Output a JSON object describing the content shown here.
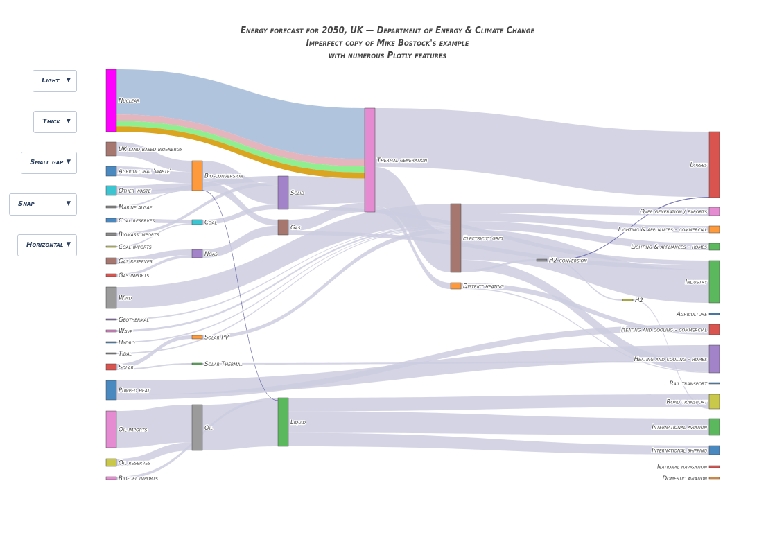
{
  "titles": {
    "line1": "Energy forecast for 2050, UK — Department of Energy & Climate Change",
    "line2": "Imperfect copy of Mike Bostock's example",
    "line3": "with numerous Plotly features"
  },
  "controls": [
    {
      "id": "theme",
      "label": "Light"
    },
    {
      "id": "thickness",
      "label": "Thick"
    },
    {
      "id": "gap",
      "label": "Small gap"
    },
    {
      "id": "arrangement",
      "label": "Snap"
    },
    {
      "id": "orientation",
      "label": "Horizontal"
    }
  ],
  "colors": {
    "link": "#cccce0",
    "highlight": "#6b6bab",
    "accent_nuclear": "#ff00ff"
  },
  "chart_data": {
    "type": "sankey",
    "title": "Energy forecast for 2050, UK — Department of Energy & Climate Change",
    "nodes": [
      {
        "name": "Nuclear",
        "color": "#ff00ff"
      },
      {
        "name": "UK land based bioenergy",
        "color": "#a6776f"
      },
      {
        "name": "Agricultural 'waste'",
        "color": "#4a88c0"
      },
      {
        "name": "Other waste",
        "color": "#3cc5d0"
      },
      {
        "name": "Marine algae",
        "color": "#8c8c8c"
      },
      {
        "name": "Coal reserves",
        "color": "#4a88c0"
      },
      {
        "name": "Biomass imports",
        "color": "#8c8c8c"
      },
      {
        "name": "Coal imports",
        "color": "#c9c84a"
      },
      {
        "name": "Gas reserves",
        "color": "#a6776f"
      },
      {
        "name": "Gas imports",
        "color": "#d9534f"
      },
      {
        "name": "Wind",
        "color": "#9b9b9b"
      },
      {
        "name": "Geothermal",
        "color": "#8c6bb1"
      },
      {
        "name": "Wave",
        "color": "#e58bd1"
      },
      {
        "name": "Hydro",
        "color": "#4a88c0"
      },
      {
        "name": "Tidal",
        "color": "#7f7f7f"
      },
      {
        "name": "Solar",
        "color": "#d9534f"
      },
      {
        "name": "Pumped heat",
        "color": "#4a88c0"
      },
      {
        "name": "Oil imports",
        "color": "#e58bd1"
      },
      {
        "name": "Oil reserves",
        "color": "#c9c84a"
      },
      {
        "name": "Biofuel imports",
        "color": "#e58bd1"
      },
      {
        "name": "Bio-conversion",
        "color": "#ff9a3c"
      },
      {
        "name": "Coal",
        "color": "#3cc5d0"
      },
      {
        "name": "Ngas",
        "color": "#a283c9"
      },
      {
        "name": "Solar PV",
        "color": "#ff9a3c"
      },
      {
        "name": "Solar Thermal",
        "color": "#5cb85c"
      },
      {
        "name": "Oil",
        "color": "#9b9b9b"
      },
      {
        "name": "Solid",
        "color": "#a283c9"
      },
      {
        "name": "Gas",
        "color": "#a6776f"
      },
      {
        "name": "Liquid",
        "color": "#5cb85c"
      },
      {
        "name": "Thermal generation",
        "color": "#e58bd1"
      },
      {
        "name": "Electricity grid",
        "color": "#a6776f"
      },
      {
        "name": "District heating",
        "color": "#ff9a3c"
      },
      {
        "name": "H2 conversion",
        "color": "#8c8c8c"
      },
      {
        "name": "H2",
        "color": "#c9c84a"
      },
      {
        "name": "Losses",
        "color": "#d9534f"
      },
      {
        "name": "Over generation / exports",
        "color": "#e58bd1"
      },
      {
        "name": "Lighting & appliances - commercial",
        "color": "#ff9a3c"
      },
      {
        "name": "Lighting & appliances - homes",
        "color": "#5cb85c"
      },
      {
        "name": "Industry",
        "color": "#5cb85c"
      },
      {
        "name": "Agriculture",
        "color": "#4a88c0"
      },
      {
        "name": "Heating and cooling - commercial",
        "color": "#d9534f"
      },
      {
        "name": "Heating and cooling - homes",
        "color": "#a283c9"
      },
      {
        "name": "Rail transport",
        "color": "#4a88c0"
      },
      {
        "name": "Road transport",
        "color": "#c9c84a"
      },
      {
        "name": "International aviation",
        "color": "#5cb85c"
      },
      {
        "name": "International shipping",
        "color": "#4a88c0"
      },
      {
        "name": "National navigation",
        "color": "#d9534f"
      },
      {
        "name": "Domestic aviation",
        "color": "#ff9a3c"
      }
    ],
    "links": [
      {
        "source": "Nuclear",
        "target": "Thermal generation",
        "value": 839.98,
        "color": "#b0c4de"
      },
      {
        "source": "Nuclear",
        "target": "Thermal generation",
        "value": 120,
        "color": "#e5b5bd"
      },
      {
        "source": "Nuclear",
        "target": "Thermal generation",
        "value": 100,
        "color": "#90ee90"
      },
      {
        "source": "Nuclear",
        "target": "Thermal generation",
        "value": 100,
        "color": "#daa520"
      },
      {
        "source": "UK land based bioenergy",
        "target": "Bio-conversion",
        "value": 124.73
      },
      {
        "source": "Agricultural 'waste'",
        "target": "Bio-conversion",
        "value": 124.73
      },
      {
        "source": "Other waste",
        "target": "Bio-conversion",
        "value": 77.81
      },
      {
        "source": "Other waste",
        "target": "Solid",
        "value": 56.69
      },
      {
        "source": "Marine algae",
        "target": "Bio-conversion",
        "value": 4.38
      },
      {
        "source": "Coal reserves",
        "target": "Coal",
        "value": 35
      },
      {
        "source": "Biomass imports",
        "target": "Solid",
        "value": 35
      },
      {
        "source": "Coal imports",
        "target": "Coal",
        "value": 11.61
      },
      {
        "source": "Gas reserves",
        "target": "Ngas",
        "value": 82.23
      },
      {
        "source": "Gas imports",
        "target": "Ngas",
        "value": 40.72
      },
      {
        "source": "Wind",
        "target": "Electricity grid",
        "value": 289.37
      },
      {
        "source": "Geothermal",
        "target": "Electricity grid",
        "value": 7.01
      },
      {
        "source": "Wave",
        "target": "Electricity grid",
        "value": 19.01
      },
      {
        "source": "Hydro",
        "target": "Electricity grid",
        "value": 6.995
      },
      {
        "source": "Tidal",
        "target": "Electricity grid",
        "value": 9.45
      },
      {
        "source": "Solar",
        "target": "Solar PV",
        "value": 59.9
      },
      {
        "source": "Solar",
        "target": "Solar Thermal",
        "value": 19.26
      },
      {
        "source": "Pumped heat",
        "target": "Heating and cooling - homes",
        "value": 193.03
      },
      {
        "source": "Pumped heat",
        "target": "Heating and cooling - commercial",
        "value": 70.67
      },
      {
        "source": "Oil imports",
        "target": "Oil",
        "value": 504.29
      },
      {
        "source": "Oil reserves",
        "target": "Oil",
        "value": 107.7
      },
      {
        "source": "Biofuel imports",
        "target": "Liquid",
        "value": 35
      },
      {
        "source": "Bio-conversion",
        "target": "Solid",
        "value": 182.01
      },
      {
        "source": "Bio-conversion",
        "target": "Gas",
        "value": 81.14
      },
      {
        "source": "Bio-conversion",
        "target": "Liquid",
        "value": 2.41
      },
      {
        "source": "Coal",
        "target": "Solid",
        "value": 46.48
      },
      {
        "source": "Ngas",
        "target": "Gas",
        "value": 122.95
      },
      {
        "source": "Solar PV",
        "target": "Electricity grid",
        "value": 59.9
      },
      {
        "source": "Solar Thermal",
        "target": "Heating and cooling - homes",
        "value": 19.26
      },
      {
        "source": "Oil",
        "target": "Liquid",
        "value": 611.99
      },
      {
        "source": "Solid",
        "target": "Thermal generation",
        "value": 400.12
      },
      {
        "source": "Solid",
        "target": "Industry",
        "value": 46.18
      },
      {
        "source": "Gas",
        "target": "Thermal generation",
        "value": 151.89
      },
      {
        "source": "Gas",
        "target": "Industry",
        "value": 48.58
      },
      {
        "source": "Liquid",
        "target": "Road transport",
        "value": 128.69
      },
      {
        "source": "Liquid",
        "target": "International aviation",
        "value": 206.11
      },
      {
        "source": "Liquid",
        "target": "International shipping",
        "value": 128.69
      },
      {
        "source": "Thermal generation",
        "target": "Losses",
        "value": 787.0
      },
      {
        "source": "Thermal generation",
        "target": "Electricity grid",
        "value": 525.53
      },
      {
        "source": "Thermal generation",
        "target": "District heating",
        "value": 79.33
      },
      {
        "source": "Electricity grid",
        "target": "Over generation / exports",
        "value": 104.45
      },
      {
        "source": "Electricity grid",
        "target": "Lighting & appliances - commercial",
        "value": 90.01
      },
      {
        "source": "Electricity grid",
        "target": "Lighting & appliances - homes",
        "value": 93.49
      },
      {
        "source": "Electricity grid",
        "target": "Industry",
        "value": 342.17
      },
      {
        "source": "Electricity grid",
        "target": "Heating and cooling - homes",
        "value": 113.72
      },
      {
        "source": "Electricity grid",
        "target": "H2 conversion",
        "value": 27.14
      },
      {
        "source": "District heating",
        "target": "Heating and cooling - commercial",
        "value": 46.18
      },
      {
        "source": "District heating",
        "target": "Heating and cooling - homes",
        "value": 10.64
      },
      {
        "source": "H2 conversion",
        "target": "H2",
        "value": 20.9
      },
      {
        "source": "H2 conversion",
        "target": "Losses",
        "value": 6.24
      },
      {
        "source": "H2",
        "target": "Road transport",
        "value": 20.9
      }
    ]
  }
}
